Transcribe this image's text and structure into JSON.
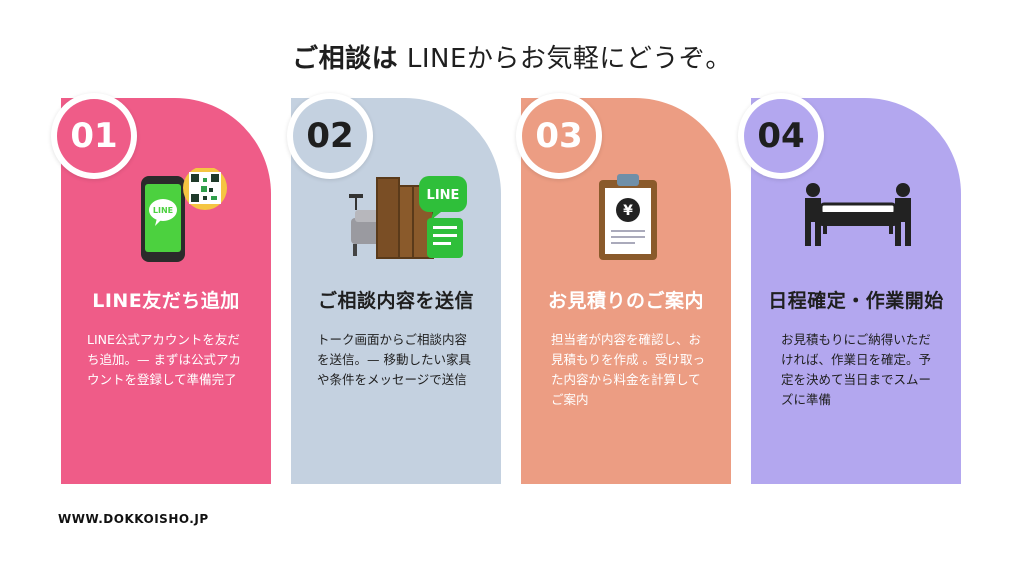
{
  "headline": {
    "bold": "ご相談は",
    "rest": " LINEからお気軽にどうぞ。"
  },
  "steps": [
    {
      "num": "01",
      "title": "LINE友だち追加",
      "desc": "LINE公式アカウントを友だち追加。— まずは公式アカウントを登録して準備完了",
      "icon": "phone-line-qr-icon",
      "phone_label": "LINE",
      "color": "#ef5c88"
    },
    {
      "num": "02",
      "title": "ご相談内容を送信",
      "desc": "トーク画面からご相談内容を送信。— 移動したい家具や条件をメッセージで送信",
      "icon": "furniture-line-chat-icon",
      "bubble_label": "LINE",
      "color": "#c4d1e0"
    },
    {
      "num": "03",
      "title": "お見積りのご案内",
      "desc": "担当者が内容を確認し、お見積もりを作成 。受け取った内容から料金を計算してご案内",
      "icon": "clipboard-yen-icon",
      "yen": "¥",
      "color": "#ec9d83"
    },
    {
      "num": "04",
      "title": "日程確定・作業開始",
      "desc": "お見積もりにご納得いただければ、作業日を確定。予定を決めて当日までスムーズに準備",
      "icon": "movers-sofa-icon",
      "color": "#b3a7ef"
    }
  ],
  "footer": "WWW.DOKKOISHO.JP"
}
